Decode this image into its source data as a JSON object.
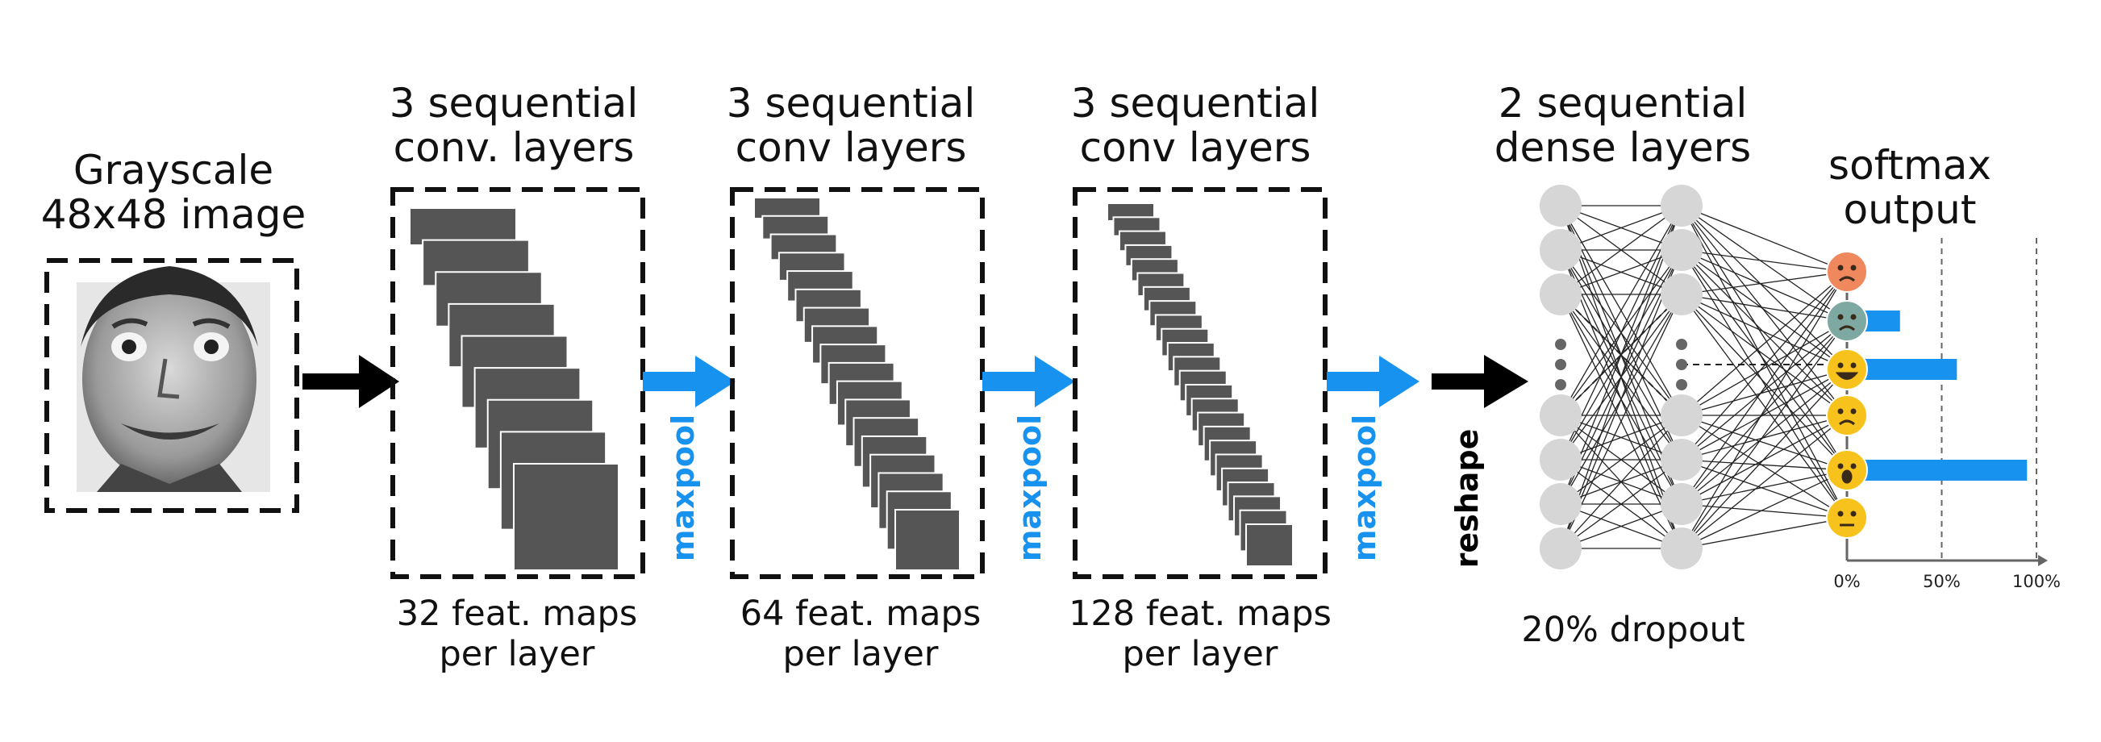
{
  "input": {
    "title_line1": "Grayscale",
    "title_line2": "48x48 image"
  },
  "conv_blocks": [
    {
      "title_line1": "3 sequential",
      "title_line2": "conv. layers",
      "caption_line1": "32 feat. maps",
      "caption_line2": "per layer"
    },
    {
      "title_line1": "3 sequential",
      "title_line2": "conv layers",
      "caption_line1": "64 feat. maps",
      "caption_line2": "per layer"
    },
    {
      "title_line1": "3 sequential",
      "title_line2": "conv layers",
      "caption_line1": "128 feat. maps",
      "caption_line2": "per layer"
    }
  ],
  "pool_label": "maxpool",
  "reshape_label": "reshape",
  "dense": {
    "title_line1": "2 sequential",
    "title_line2": "dense layers",
    "caption": "20% dropout"
  },
  "softmax": {
    "title_line1": "softmax",
    "title_line2": "output",
    "ticks": [
      "0%",
      "50%",
      "100%"
    ],
    "emotions": [
      "angry-emoji",
      "fearful-emoji",
      "laughing-emoji",
      "sad-emoji",
      "surprised-emoji",
      "neutral-emoji"
    ],
    "probabilities": [
      0.03,
      0.28,
      0.58,
      0.03,
      0.95,
      0.03
    ]
  },
  "colors": {
    "pool_arrow": "#1792ee",
    "feature_map": "#555555",
    "neuron": "#d6d6d6",
    "bar": "#1792ee"
  }
}
